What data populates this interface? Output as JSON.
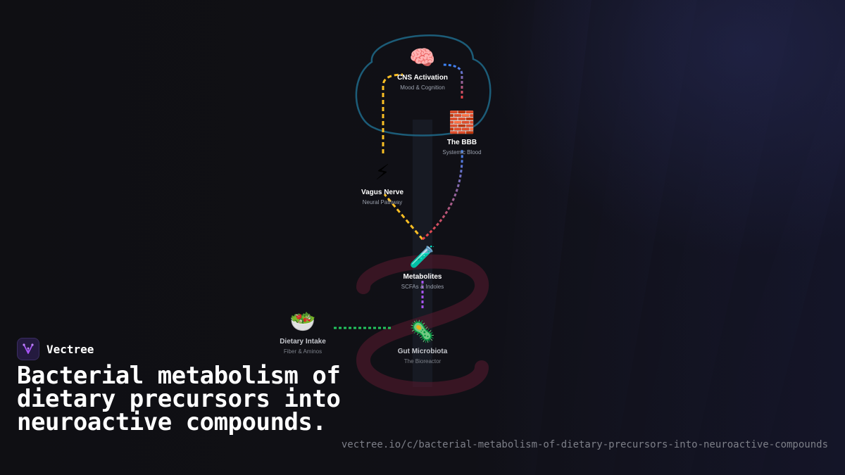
{
  "brand": {
    "name": "Vectree",
    "logo_icon": "vectree-fork-logo",
    "accent_color": "#a855f7"
  },
  "headline": "Bacterial metabolism of dietary precursors into neuroactive compounds.",
  "url": "vectree.io/c/bacterial-metabolism-of-dietary-precursors-into-neuroactive-compounds",
  "diagram": {
    "nodes": {
      "cns": {
        "icon": "🧠",
        "icon_name": "brain-icon",
        "title": "CNS Activation",
        "subtitle": "Mood & Cognition"
      },
      "bbb": {
        "icon": "🧱",
        "icon_name": "brick-wall-icon",
        "title": "The BBB",
        "subtitle": "Systemic Blood"
      },
      "vagus": {
        "icon": "⚡",
        "icon_name": "lightning-icon",
        "title": "Vagus Nerve",
        "subtitle": "Neural Pathway"
      },
      "metabolites": {
        "icon": "🧪",
        "icon_name": "test-tube-icon",
        "title": "Metabolites",
        "subtitle": "SCFAs & Indoles"
      },
      "diet": {
        "icon": "🥗",
        "icon_name": "salad-bowl-icon",
        "title": "Dietary Intake",
        "subtitle": "Fiber & Aminos"
      },
      "microbiota": {
        "icon": "🦠",
        "icon_name": "microbe-icon",
        "title": "Gut Microbiota",
        "subtitle": "The Bioreactor"
      }
    },
    "pathway_colors": {
      "diet_to_microbiota": "#22c55e",
      "microbiota_to_metabolites": "#a855f7",
      "neural_pathway": "#fbbf24",
      "systemic_pathway_start": "#ef4444",
      "systemic_pathway_end": "#3b82f6",
      "brain_outline": "#1e6a8a",
      "gut_outline": "#5a1a30"
    }
  }
}
